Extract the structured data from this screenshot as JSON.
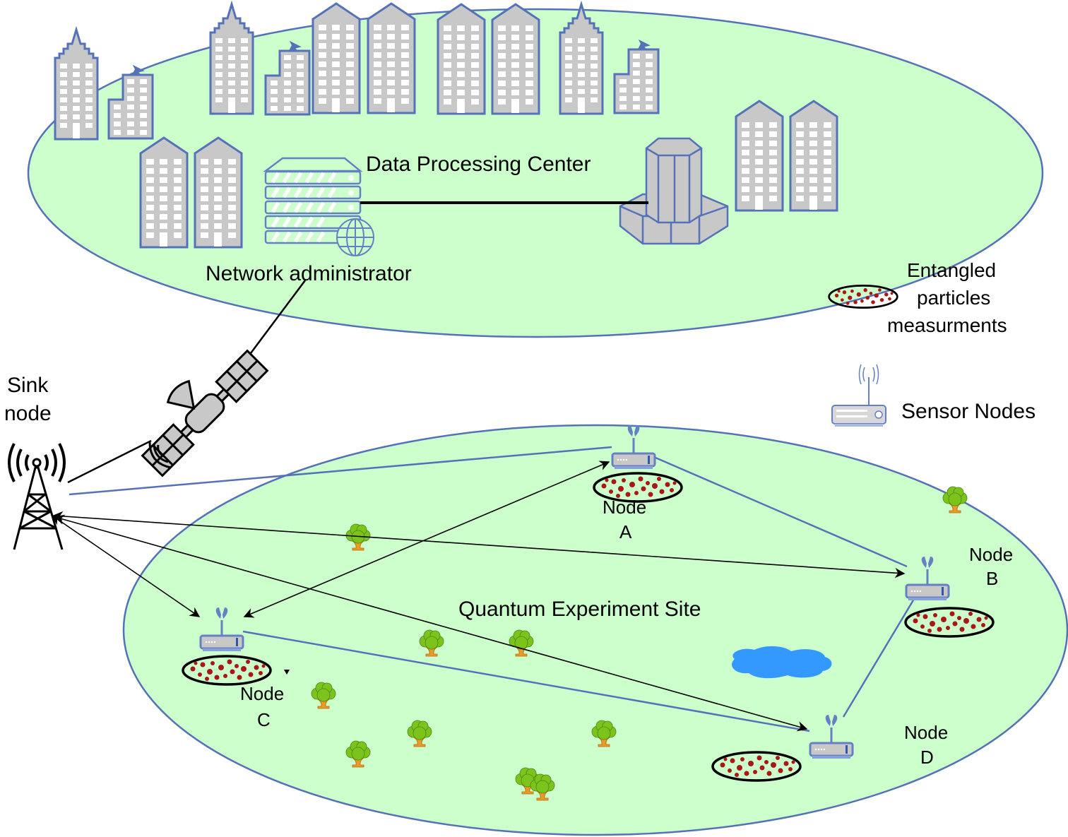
{
  "colors": {
    "region_fill": "#ccffcc",
    "region_stroke": "#5572b8",
    "building_fill": "#c8c8c8",
    "window": "#ffffff",
    "link_blue": "#5572b8",
    "link_black": "#000000",
    "particle": "#aa1010",
    "lake": "#3399ff",
    "tree_green": "#66bb11",
    "tree_trunk": "#dd8800"
  },
  "regions": {
    "city": {
      "label": "Data Processing Center"
    },
    "site": {
      "label": "Quantum Experiment Site"
    }
  },
  "city": {
    "server_label": "Network administrator",
    "datacenter_label": ""
  },
  "sink": {
    "label_line1": "Sink",
    "label_line2": "node"
  },
  "nodes": [
    {
      "id": "A",
      "line1": "Node",
      "line2": "A"
    },
    {
      "id": "B",
      "line1": "Node",
      "line2": "B"
    },
    {
      "id": "C",
      "line1": "Node",
      "line2": "C"
    },
    {
      "id": "D",
      "line1": "Node",
      "line2": "D"
    }
  ],
  "legend": {
    "entangled_line1": "Entangled",
    "entangled_line2": "particles",
    "entangled_line3": "measurments",
    "sensor_label": "Sensor Nodes"
  },
  "links": [
    {
      "from": "sink",
      "to": "satellite",
      "style": "black"
    },
    {
      "from": "satellite",
      "to": "network-administrator",
      "style": "black"
    },
    {
      "from": "server",
      "to": "datacenter",
      "style": "thick-black"
    },
    {
      "from": "sink",
      "to": "A",
      "style": "blue"
    },
    {
      "from": "A",
      "to": "B",
      "style": "blue"
    },
    {
      "from": "B",
      "to": "D",
      "style": "blue"
    },
    {
      "from": "C",
      "to": "D",
      "style": "blue"
    },
    {
      "from": "sink",
      "to": "B",
      "style": "black-arrow-both"
    },
    {
      "from": "sink",
      "to": "C",
      "style": "black-arrow-both"
    },
    {
      "from": "sink",
      "to": "D",
      "style": "black-arrow-both"
    },
    {
      "from": "A",
      "to": "C",
      "style": "black-arrow-both"
    }
  ]
}
